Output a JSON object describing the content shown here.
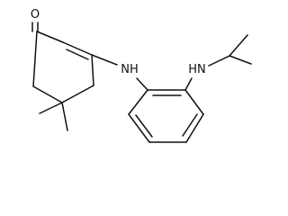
{
  "molecule": {
    "atoms": {
      "carbonyl_oxygen": "O",
      "bridge_amine": "NH",
      "isopropyl_amine": "HN"
    },
    "colors": {
      "ink": "#111111",
      "background": "#ffffff"
    }
  }
}
